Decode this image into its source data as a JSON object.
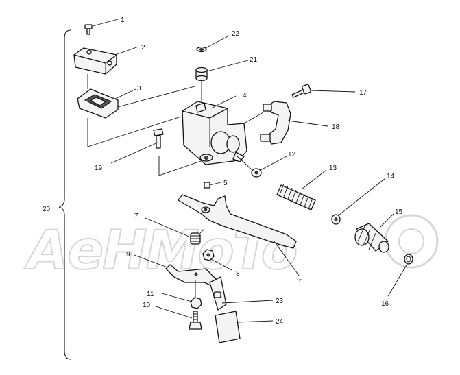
{
  "watermark": {
    "text": "AeHMoTo",
    "color": "#d6d6d6"
  },
  "callouts": {
    "c1": "1",
    "c2": "2",
    "c3": "3",
    "c4": "4",
    "c5": "5",
    "c6": "6",
    "c7": "7",
    "c8": "8",
    "c9": "9",
    "c10": "10",
    "c11": "11",
    "c12": "12",
    "c13": "13",
    "c14": "14",
    "c15": "15",
    "c16": "16",
    "c17": "17",
    "c18": "18",
    "c19": "19",
    "c20": "20",
    "c21": "21",
    "c22": "22",
    "c23": "23",
    "c24": "24"
  },
  "colors": {
    "line": "#111111",
    "part_fill": "#f4f4f4",
    "background": "#ffffff"
  }
}
